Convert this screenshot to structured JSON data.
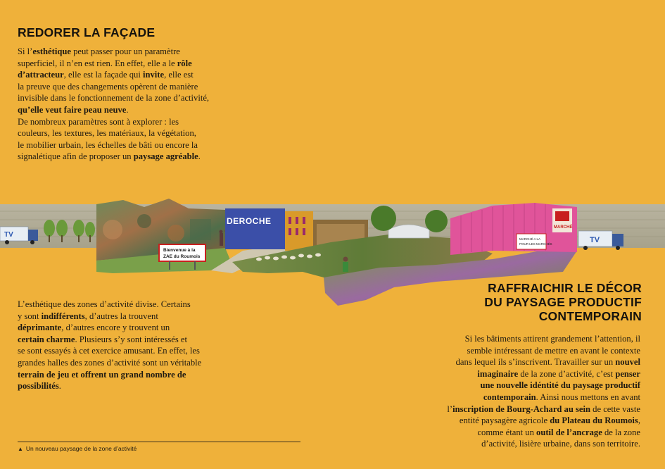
{
  "facade": {
    "title": "REDORER LA FAÇADE",
    "lines": [
      [
        "Si l’",
        {
          "b": "esthétique"
        },
        " peut passer pour un paramètre"
      ],
      [
        "superficiel, il n’en est rien. En effet, elle a le ",
        {
          "b": "rôle"
        }
      ],
      [
        {
          "b": "d’attracteur"
        },
        ", elle est la façade qui ",
        {
          "b": "invite"
        },
        ", elle est"
      ],
      [
        "la preuve que des changements opèrent de manière"
      ],
      [
        "invisible dans le fonctionnement de la zone d’activité,"
      ],
      [
        {
          "b": "qu’elle veut faire peau neuve"
        },
        "."
      ],
      [
        "De nombreux paramètres sont à explorer : les"
      ],
      [
        "couleurs, les textures, les matériaux, la végétation,"
      ],
      [
        "le mobilier urbain, les échelles de bâti ou encore la"
      ],
      [
        "signalétique afin de proposer un ",
        {
          "b": "paysage agréable"
        },
        "."
      ]
    ]
  },
  "esthetique": {
    "lines": [
      [
        "L’esthétique des zones d’activité divise. Certains"
      ],
      [
        "y sont ",
        {
          "b": "indifférents"
        },
        ", d’autres la trouvent"
      ],
      [
        {
          "b": "déprimante"
        },
        ", d’autres encore y trouvent un"
      ],
      [
        {
          "b": "certain charme"
        },
        ". Plusieurs s’y sont intéressés et"
      ],
      [
        "se sont essayés à cet exercice amusant. En effet, les"
      ],
      [
        "grandes halles des zones d’activité sont un véritable"
      ],
      [
        {
          "b": "terrain de jeu et offrent un grand nombre de"
        }
      ],
      [
        {
          "b": "possibilités"
        },
        "."
      ]
    ]
  },
  "decor": {
    "title_lines": [
      "RAFFRAICHIR LE DÉCOR",
      "DU PAYSAGE PRODUCTIF",
      "CONTEMPORAIN"
    ],
    "lines": [
      [
        "Si les bâtiments attirent grandement l’attention,  il"
      ],
      [
        "semble intéressant de mettre en avant le contexte"
      ],
      [
        "dans lequel ils s’inscrivent. Travailler sur un ",
        {
          "b": "nouvel"
        }
      ],
      [
        {
          "b": "imaginaire"
        },
        " de la zone d’activité, c’est ",
        {
          "b": "penser"
        }
      ],
      [
        {
          "b": "une nouvelle idéntité du paysage productif"
        }
      ],
      [
        {
          "b": "contemporain"
        },
        ". Ainsi nous mettons en avant"
      ],
      [
        "l’",
        {
          "b": "inscription de Bourg-Achard au sein"
        },
        " de cette vaste"
      ],
      [
        "entité paysagère agricole ",
        {
          "b": "du Plateau du Roumois"
        },
        ","
      ],
      [
        "comme étant un ",
        {
          "b": "outil de l’ancrage"
        },
        " de la zone"
      ],
      [
        "d’activité, lisière urbaine, dans son territoire."
      ]
    ]
  },
  "landscape": {
    "sign_line1": "Bienvenue à la",
    "sign_line2": "ZAE du Roumois",
    "store_name": "DEROCHE",
    "truck_left_logo": "TV",
    "truck_right_logo": "TV",
    "market_label": "MARCHÉ",
    "market_sign_line1": "MARCHÉ A LA",
    "market_sign_line2": "POUR LES MARCHÉS",
    "colors": {
      "background": "#efb13a",
      "store_blue": "#3b4fa8",
      "market_pink": "#e0549a",
      "sign_red": "#c8201e"
    }
  },
  "caption": {
    "marker_icon": "triangle-up-icon",
    "text": "Un nouveau paysage de la zone d’activité"
  }
}
